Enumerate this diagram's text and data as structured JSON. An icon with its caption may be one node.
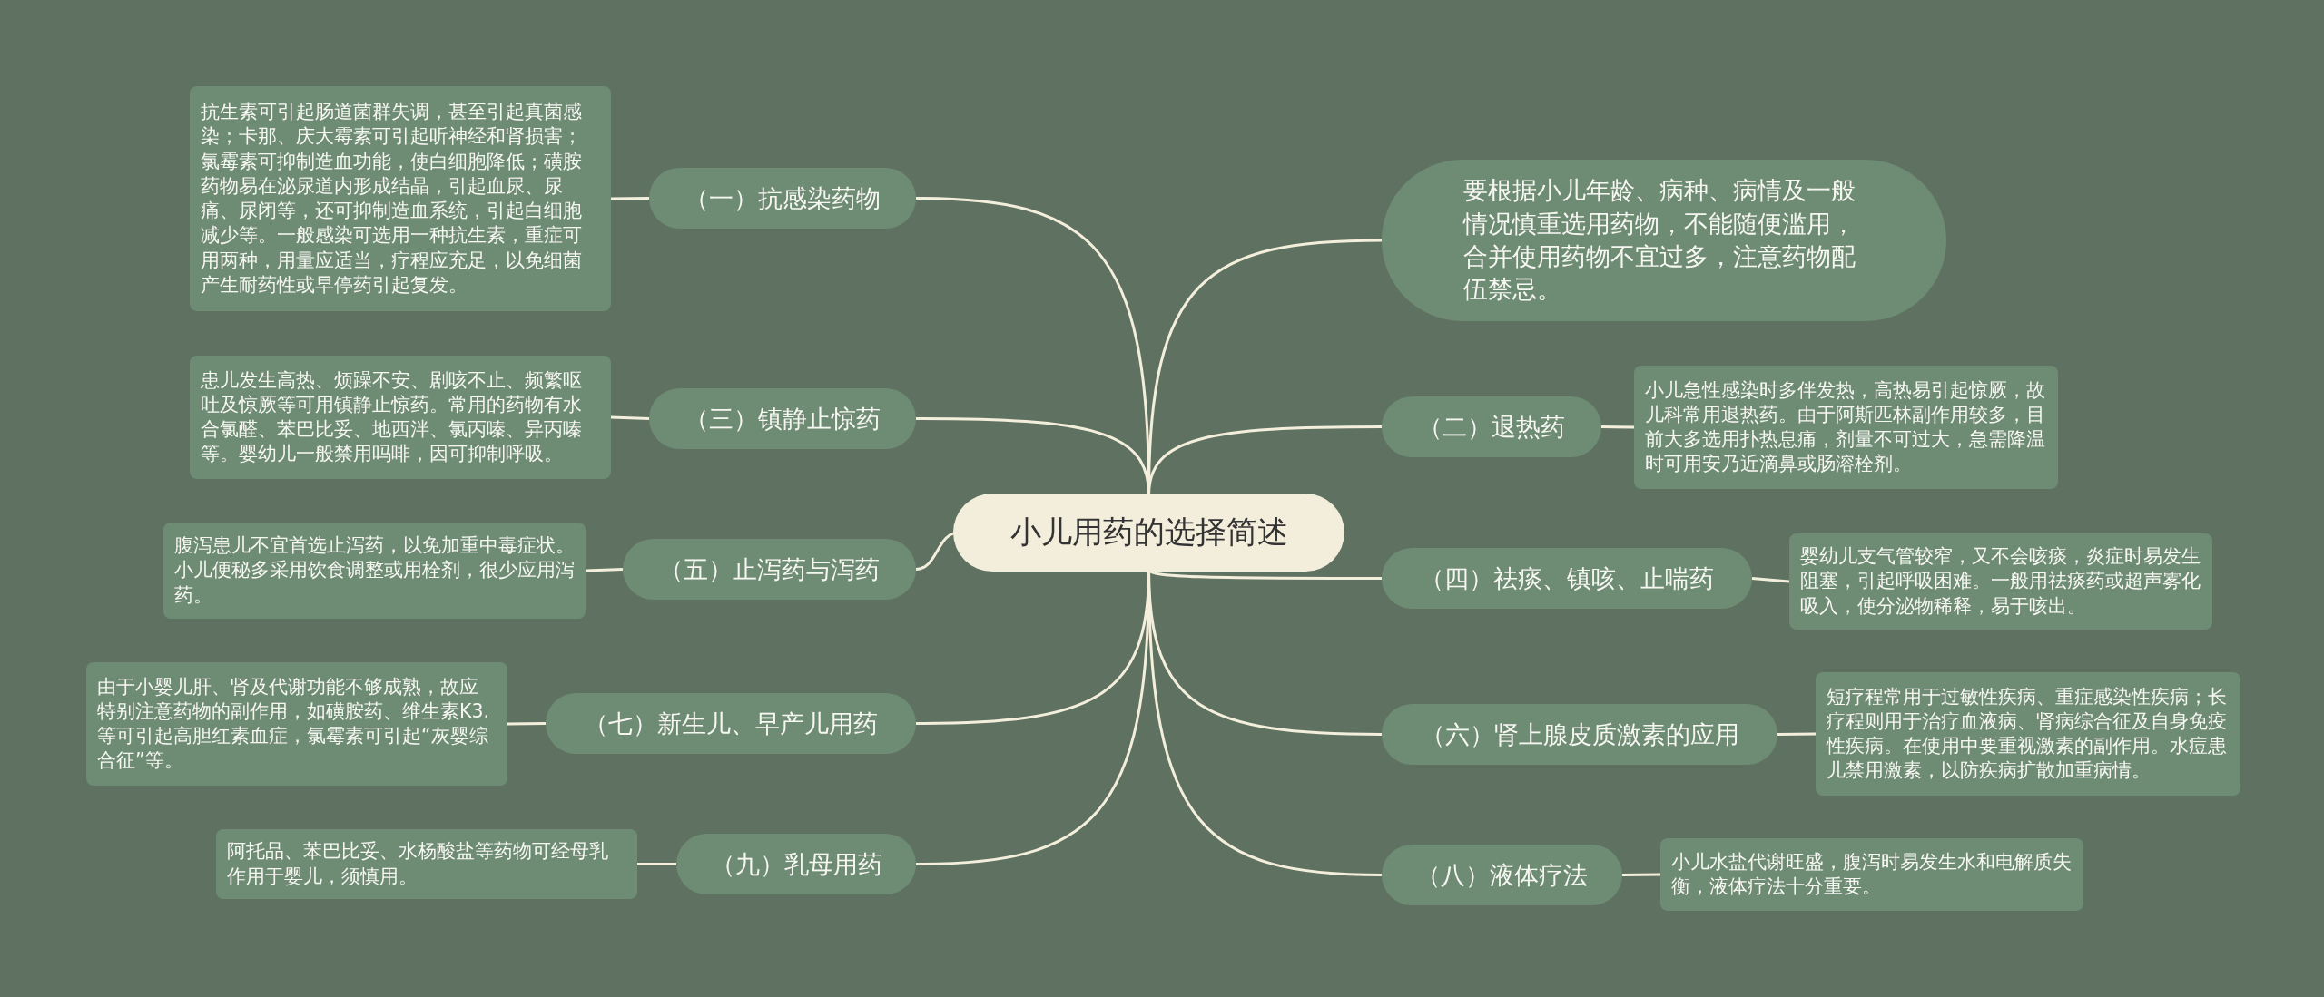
{
  "diagram": {
    "nodes": [
      {
        "text": [
          "小儿用药的选择简述"
        ]
      },
      {
        "text": [
          "要根据小儿年龄、病种、病情及一般情况慎重选用药物，不能随便滥用，合并使用药物不宜过多，注意药物配伍禁忌。"
        ]
      },
      {
        "text": [
          "（二）退热药"
        ]
      },
      {
        "text": [
          "小儿急性感染时多伴发热，高热易引起惊厥，故儿科常用退热药。由于阿斯匹林副作用较多，目前大多选用扑热息痛，剂量不可过大，急需降温时可用安乃近滴鼻或肠溶栓剂。"
        ]
      },
      {
        "text": [
          "（四）祛痰、镇咳、止喘药"
        ]
      },
      {
        "text": [
          "婴幼儿支气管较窄，又不会咳痰，炎症时易发生阻塞，引起呼吸困难。一般用祛痰药或超声雾化吸入，使分泌物稀释，易于咳出。"
        ]
      },
      {
        "text": [
          "（六）肾上腺皮质激素的应用"
        ]
      },
      {
        "text": [
          "短疗程常用于过敏性疾病、重症感染性疾病；长疗程则用于治疗血液病、肾病综合征及自身免疫性疾病。在使用中要重视激素的副作用。水痘患儿禁用激素，以防疾病扩散加重病情。"
        ]
      },
      {
        "text": [
          "（八）液体疗法"
        ]
      },
      {
        "text": [
          "小儿水盐代谢旺盛，腹泻时易发生水和电解质失衡，液体疗法十分重要。"
        ]
      },
      {
        "text": [
          "（一）抗感染药物"
        ]
      },
      {
        "text": [
          "抗生素可引起肠道菌群失调，甚至引起真菌感染；卡那、庆大霉素可引起听神经和肾损害；氯霉素可抑制造血功能，使白细胞降低；磺胺药物易在泌尿道内形成结晶，引起血尿、尿痛、尿闭等，还可抑制造血系统，引起白细胞减少等。一般感染可选用一种抗生素，重症可用两种，用量应适当，疗程应充足，以免细菌产生耐药性或早停药引起复发。"
        ]
      },
      {
        "text": [
          "（三）镇静止惊药"
        ]
      },
      {
        "text": [
          "患儿发生高热、烦躁不安、剧咳不止、频繁呕吐及惊厥等可用镇静止惊药。常用的药物有水合氯醛、苯巴比妥、地西泮、氯丙嗪、异丙嗪等。婴幼儿一般禁用吗啡，因可抑制呼吸。"
        ]
      },
      {
        "text": [
          "（五）止泻药与泻药"
        ]
      },
      {
        "text": [
          "腹泻患儿不宜首选止泻药，以免加重中毒症状。小儿便秘多采用饮食调整或用栓剂，很少应用泻药。"
        ]
      },
      {
        "text": [
          "（七）新生儿、早产儿用药"
        ]
      },
      {
        "text": [
          "由于小婴儿肝、肾及代谢功能不够成熟，故应特别注意药物的副作用，如磺胺药、维生素K3.等可引起高胆红素血症，氯霉素可引起“灰婴综合征”等。"
        ]
      },
      {
        "text": [
          "（九）乳母用药"
        ]
      },
      {
        "text": [
          "阿托品、苯巴比妥、水杨酸盐等药物可经母乳作用于婴儿，须慎用。"
        ]
      }
    ],
    "edges": [
      {
        "from": 0,
        "to": 1,
        "arrow": "none"
      },
      {
        "from": 0,
        "to": 2,
        "arrow": "none"
      },
      {
        "from": 2,
        "to": 3,
        "arrow": "none"
      },
      {
        "from": 0,
        "to": 4,
        "arrow": "none"
      },
      {
        "from": 4,
        "to": 5,
        "arrow": "none"
      },
      {
        "from": 0,
        "to": 6,
        "arrow": "none"
      },
      {
        "from": 6,
        "to": 7,
        "arrow": "none"
      },
      {
        "from": 0,
        "to": 8,
        "arrow": "none"
      },
      {
        "from": 8,
        "to": 9,
        "arrow": "none"
      },
      {
        "from": 0,
        "to": 10,
        "arrow": "none"
      },
      {
        "from": 10,
        "to": 11,
        "arrow": "none"
      },
      {
        "from": 0,
        "to": 12,
        "arrow": "none"
      },
      {
        "from": 12,
        "to": 13,
        "arrow": "none"
      },
      {
        "from": 0,
        "to": 14,
        "arrow": "none"
      },
      {
        "from": 14,
        "to": 15,
        "arrow": "none"
      },
      {
        "from": 0,
        "to": 16,
        "arrow": "none"
      },
      {
        "from": 16,
        "to": 17,
        "arrow": "none"
      },
      {
        "from": 0,
        "to": 18,
        "arrow": "none"
      },
      {
        "from": 18,
        "to": 19,
        "arrow": "none"
      }
    ]
  }
}
